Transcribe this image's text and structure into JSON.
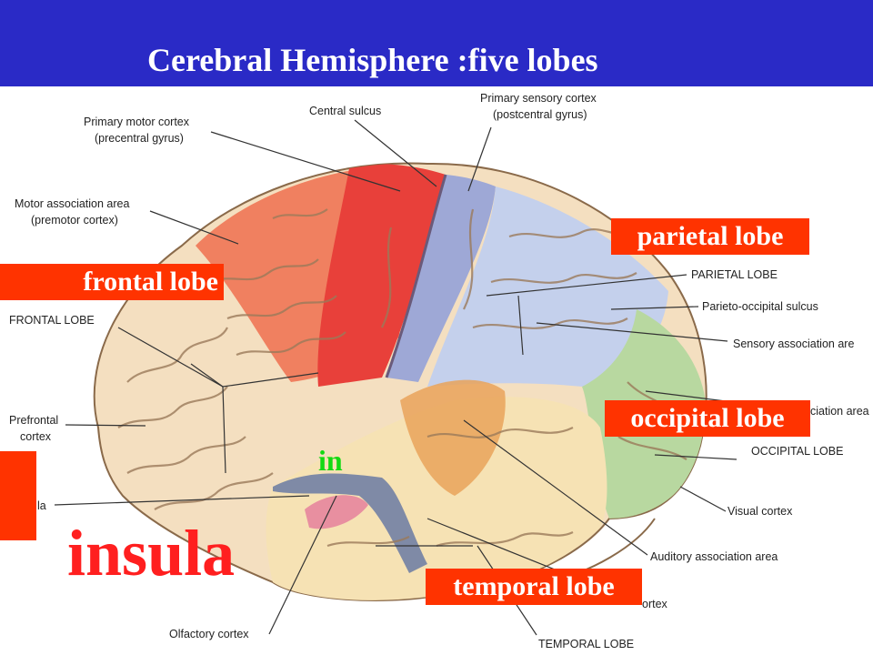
{
  "title": "Cerebral Hemisphere :five lobes",
  "colors": {
    "banner": "#2a2ac6",
    "tag_background": "#ff3300",
    "tag_text": "#ffffff",
    "insula_text": "#ff1f1f",
    "in_text": "#12d912",
    "frontal_lobe": "#f4dfc0",
    "motor_cortex": "#e8403a",
    "premotor": "#f08060",
    "sensory_cortex": "#9ea8d6",
    "parietal": "#c4d0ec",
    "occipital": "#b8d8a0",
    "temporal": "#f6e2b4",
    "auditory": "#e9a35a"
  },
  "lobe_tags": {
    "parietal": "parietal lobe",
    "frontal": "frontal lobe",
    "occipital": "occipital lobe",
    "temporal": "temporal lobe"
  },
  "overlay": {
    "insula": "insula",
    "in": "in"
  },
  "callouts": {
    "primary_motor_1": "Primary motor cortex",
    "primary_motor_2": "(precentral gyrus)",
    "central_sulcus": "Central sulcus",
    "primary_sensory_1": "Primary sensory cortex",
    "primary_sensory_2": "(postcentral gyrus)",
    "motor_assoc_1": "Motor association area",
    "motor_assoc_2": "(premotor cortex)",
    "parietal_lobe": "PARIETAL LOBE",
    "frontal_lobe": "FRONTAL LOBE",
    "parieto_occipital": "Parieto-occipital sulcus",
    "sensory_assoc": "Sensory association are",
    "prefrontal_1": "Prefrontal",
    "prefrontal_2": "cortex",
    "association_area": "ciation area",
    "occipital_lobe": "OCCIPITAL LOBE",
    "insula_partial": "la",
    "visual_cortex": "Visual cortex",
    "auditory_assoc": "Auditory association area",
    "cortex_partial": "ortex",
    "olfactory": "Olfactory cortex",
    "temporal_lobe": "TEMPORAL LOBE"
  }
}
